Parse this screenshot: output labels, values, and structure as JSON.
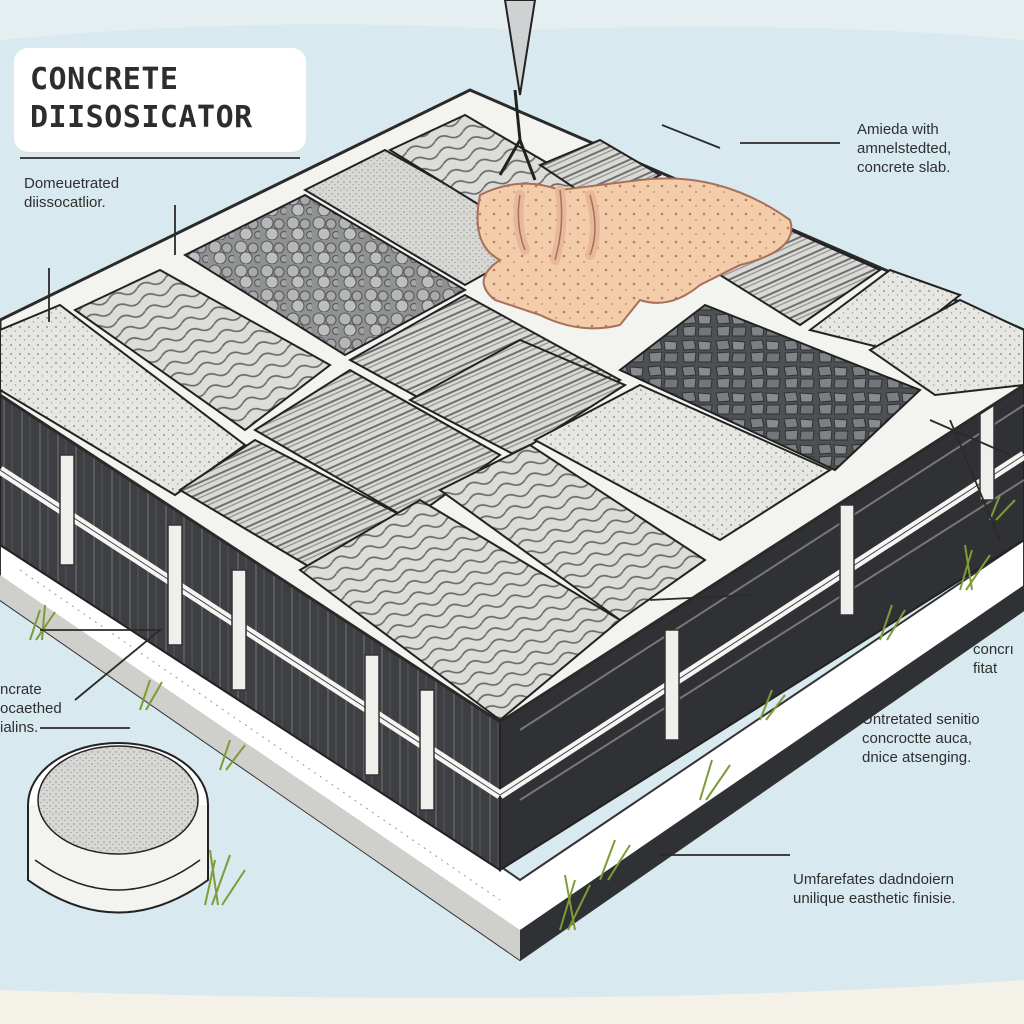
{
  "title": {
    "line1": "CONCRETE",
    "line2": "DIISOSICATOR"
  },
  "labels": [
    {
      "id": "top-left",
      "lines": [
        "Domeuetrated",
        "diissocatlior."
      ]
    },
    {
      "id": "top-right",
      "lines": [
        "Amieda with",
        "amnelstedted,",
        "concrete slab."
      ]
    },
    {
      "id": "right-cut",
      "lines": [
        "concrı",
        "fitat"
      ]
    },
    {
      "id": "left-cut",
      "lines": [
        "ncrate",
        "ocaethed",
        "ialins."
      ]
    },
    {
      "id": "right-mid",
      "lines": [
        "Untretated senitio",
        "concroctte auca,",
        "dnice atsenging."
      ]
    },
    {
      "id": "bottom-right",
      "lines": [
        "Umfarefates dadndoiern",
        "unilique easthetic finisie."
      ]
    }
  ],
  "colors": {
    "background": "#d8e9ef",
    "slab": "#eeeeea",
    "formwork": "#3b3d40",
    "sealant": "#f2c9a8",
    "grass": "#9fb35a"
  }
}
